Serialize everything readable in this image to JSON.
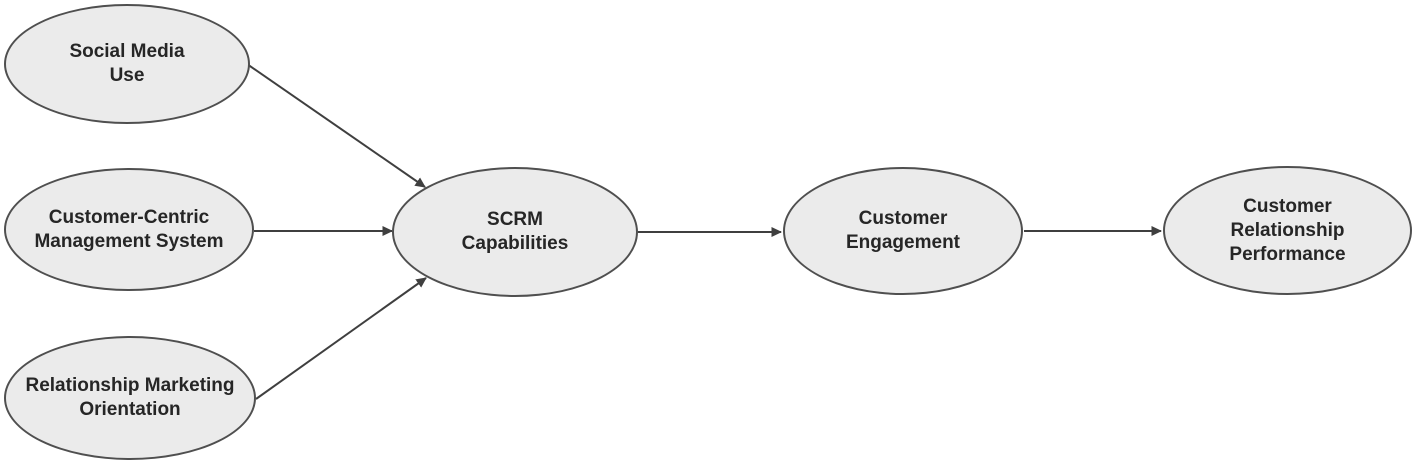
{
  "diagram": {
    "type": "conceptual-model",
    "nodes": [
      {
        "id": "social-media-use",
        "label": "Social Media\nUse",
        "shape": "ellipse"
      },
      {
        "id": "customer-centric-management-system",
        "label": "Customer-Centric\nManagement System",
        "shape": "ellipse"
      },
      {
        "id": "relationship-marketing-orientation",
        "label": "Relationship Marketing\nOrientation",
        "shape": "ellipse"
      },
      {
        "id": "scrm-capabilities",
        "label": "SCRM\nCapabilities",
        "shape": "ellipse"
      },
      {
        "id": "customer-engagement",
        "label": "Customer\nEngagement",
        "shape": "ellipse"
      },
      {
        "id": "customer-relationship-performance",
        "label": "Customer\nRelationship\nPerformance",
        "shape": "ellipse"
      }
    ],
    "edges": [
      {
        "from": "social-media-use",
        "to": "scrm-capabilities",
        "style": "arrow"
      },
      {
        "from": "customer-centric-management-system",
        "to": "scrm-capabilities",
        "style": "arrow"
      },
      {
        "from": "relationship-marketing-orientation",
        "to": "scrm-capabilities",
        "style": "arrow"
      },
      {
        "from": "scrm-capabilities",
        "to": "customer-engagement",
        "style": "arrow"
      },
      {
        "from": "customer-engagement",
        "to": "customer-relationship-performance",
        "style": "arrow"
      }
    ],
    "colors": {
      "node_fill": "#ebebeb",
      "node_border": "#4f4f4f",
      "arrow": "#3f3f3f",
      "text": "#262626",
      "background": "#ffffff"
    }
  }
}
